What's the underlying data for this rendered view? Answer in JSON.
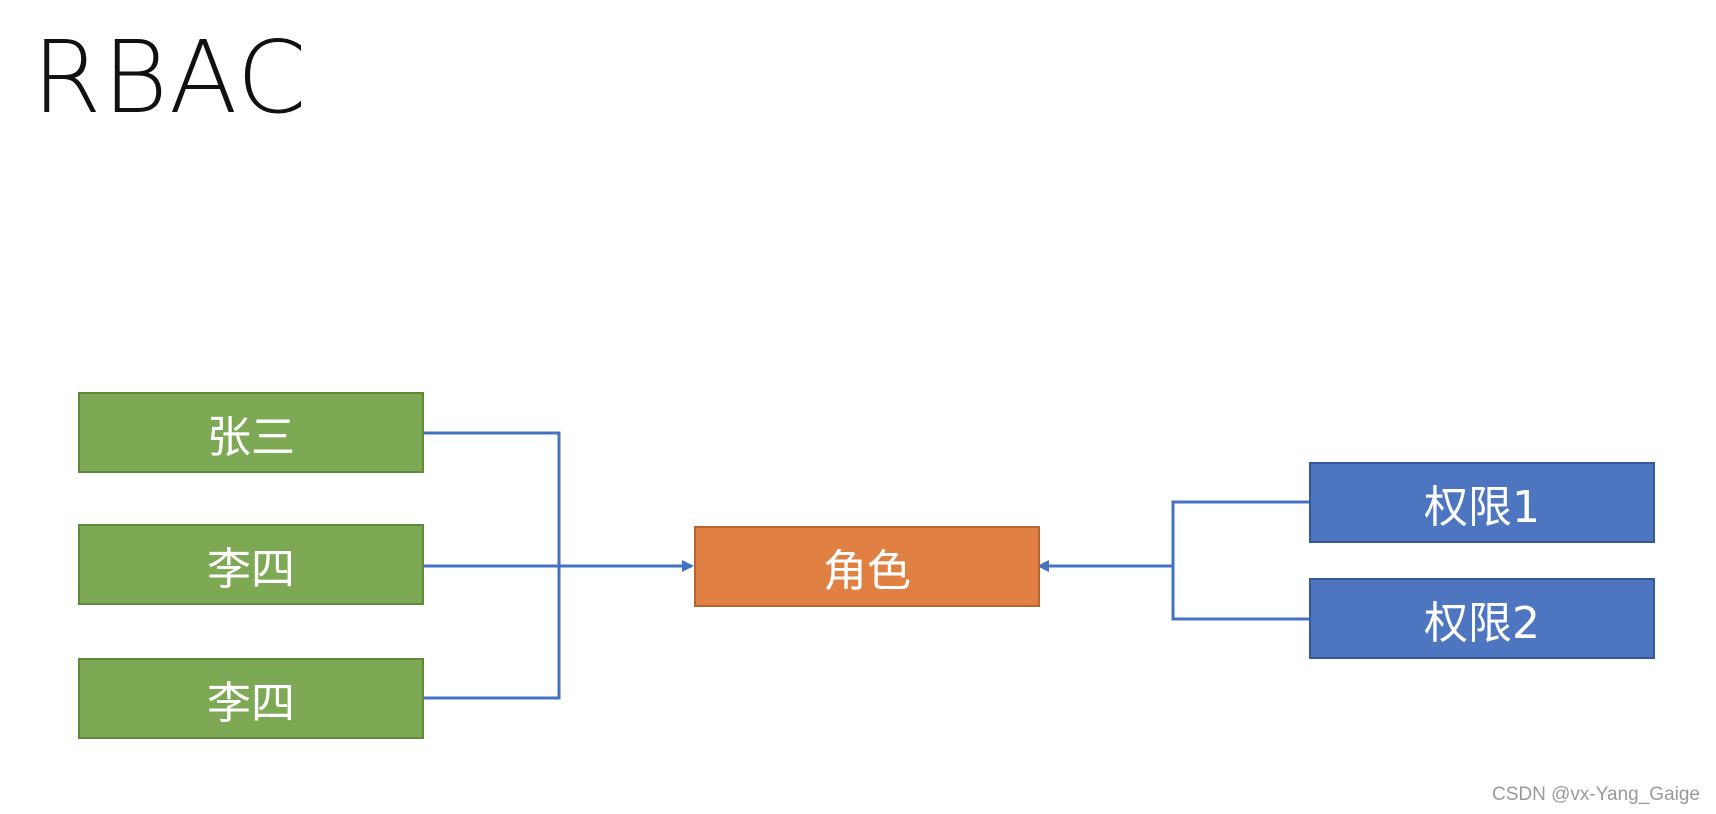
{
  "title": "RBAC",
  "users": [
    {
      "label": "张三"
    },
    {
      "label": "李四"
    },
    {
      "label": "李四"
    }
  ],
  "role": {
    "label": "角色"
  },
  "permissions": [
    {
      "label": "权限1"
    },
    {
      "label": "权限2"
    }
  ],
  "watermark": "CSDN @vx-Yang_Gaige",
  "colors": {
    "user_fill": "#7ea954",
    "role_fill": "#e08043",
    "permission_fill": "#4d75c0",
    "connector": "#4472c4"
  }
}
